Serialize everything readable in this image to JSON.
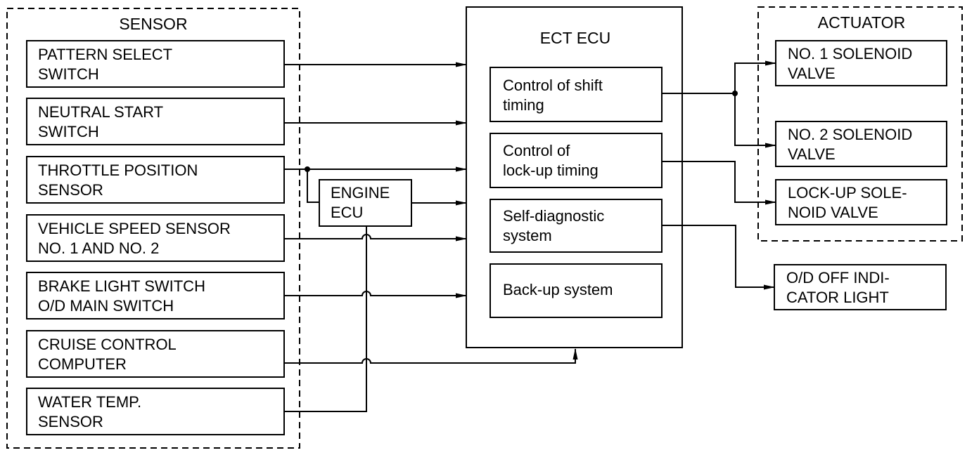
{
  "groups": {
    "sensor": "SENSOR",
    "ecu": "ECT ECU",
    "actuator": "ACTUATOR"
  },
  "sensors": [
    {
      "line1": "PATTERN SELECT",
      "line2": "SWITCH"
    },
    {
      "line1": "NEUTRAL START",
      "line2": "SWITCH"
    },
    {
      "line1": "THROTTLE POSITION",
      "line2": "SENSOR"
    },
    {
      "line1": "VEHICLE SPEED SENSOR",
      "line2": "NO. 1 AND NO. 2"
    },
    {
      "line1": "BRAKE LIGHT SWITCH",
      "line2": "O/D MAIN SWITCH"
    },
    {
      "line1": "CRUISE CONTROL",
      "line2": "COMPUTER"
    },
    {
      "line1": "WATER TEMP.",
      "line2": "SENSOR"
    }
  ],
  "engine_ecu": {
    "line1": "ENGINE",
    "line2": "ECU"
  },
  "ecu_functions": [
    {
      "line1": "Control of shift",
      "line2": "timing"
    },
    {
      "line1": "Control of",
      "line2": "lock-up timing"
    },
    {
      "line1": "Self-diagnostic",
      "line2": "system"
    },
    {
      "line1": "Back-up system",
      "line2": ""
    }
  ],
  "actuators": [
    {
      "line1": "NO. 1 SOLENOID",
      "line2": "VALVE"
    },
    {
      "line1": "NO. 2 SOLENOID",
      "line2": "VALVE"
    },
    {
      "line1": "LOCK-UP SOLE-",
      "line2": "NOID VALVE"
    }
  ],
  "indicator": {
    "line1": "O/D OFF INDI-",
    "line2": "CATOR LIGHT"
  }
}
